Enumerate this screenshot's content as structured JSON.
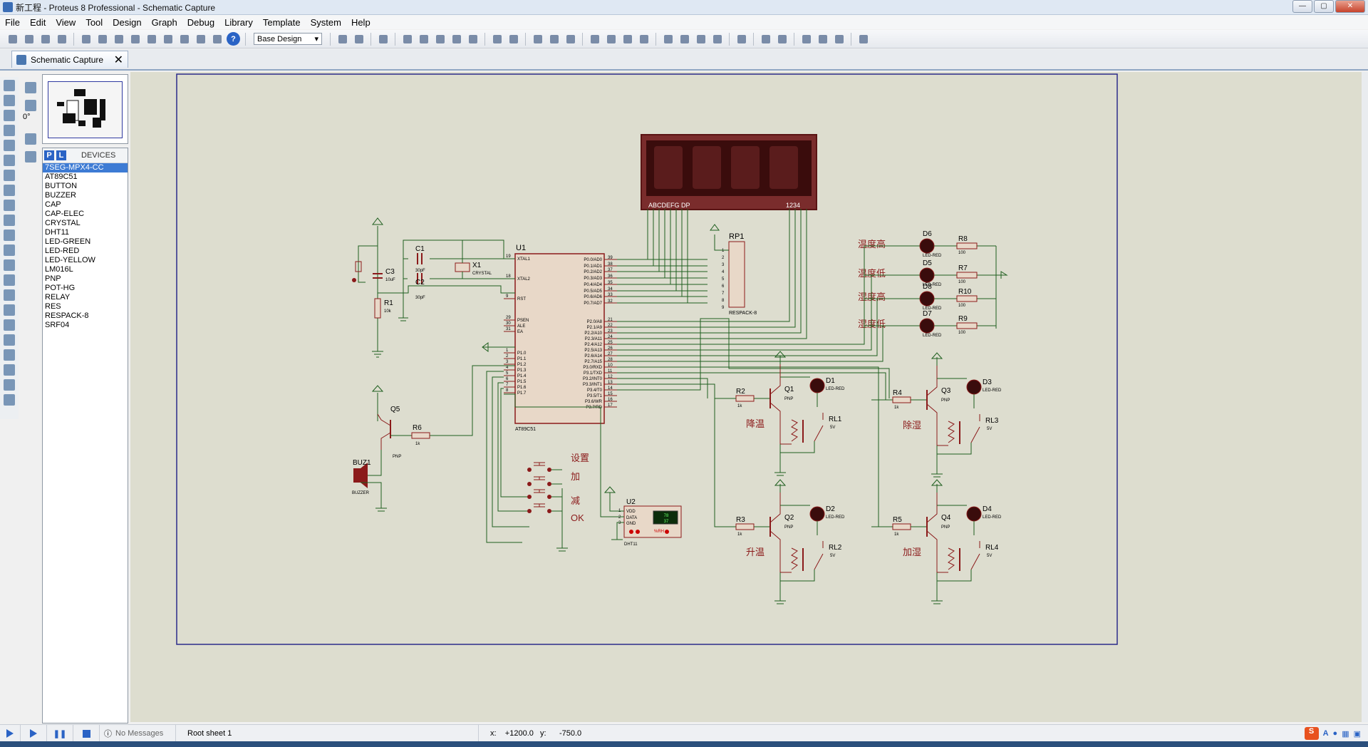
{
  "window": {
    "title": "新工程 - Proteus 8 Professional - Schematic Capture",
    "min": "—",
    "max": "▢",
    "close": "✕"
  },
  "menu": [
    "File",
    "Edit",
    "View",
    "Tool",
    "Design",
    "Graph",
    "Debug",
    "Library",
    "Template",
    "System",
    "Help"
  ],
  "toolbar": {
    "design_select": "Base Design",
    "help": "?"
  },
  "tab": {
    "label": "Schematic Capture",
    "close": "✕"
  },
  "left_panel": {
    "angle": "0°",
    "devices_title": "DEVICES",
    "p_label": "P",
    "l_label": "L"
  },
  "devices": [
    "7SEG-MPX4-CC",
    "AT89C51",
    "BUTTON",
    "BUZZER",
    "CAP",
    "CAP-ELEC",
    "CRYSTAL",
    "DHT11",
    "LED-GREEN",
    "LED-RED",
    "LED-YELLOW",
    "LM016L",
    "PNP",
    "POT-HG",
    "RELAY",
    "RES",
    "RESPACK-8",
    "SRF04"
  ],
  "status": {
    "messages": "No Messages",
    "sheet": "Root sheet 1",
    "x_label": "x:",
    "x_value": "+1200.0",
    "y_label": "y:",
    "y_value": "-750.0"
  },
  "schematic": {
    "display": {
      "label": "ABCDEFG  DP",
      "digits": "1234"
    },
    "mcu": {
      "ref": "U1",
      "part": "AT89C51",
      "left_pins": [
        {
          "num": "19",
          "name": "XTAL1"
        },
        {
          "num": "18",
          "name": "XTAL2"
        },
        {
          "num": "9",
          "name": "RST"
        },
        {
          "num": "29",
          "name": "PSEN"
        },
        {
          "num": "30",
          "name": "ALE"
        },
        {
          "num": "31",
          "name": "EA"
        },
        {
          "num": "1",
          "name": "P1.0"
        },
        {
          "num": "2",
          "name": "P1.1"
        },
        {
          "num": "3",
          "name": "P1.2"
        },
        {
          "num": "4",
          "name": "P1.3"
        },
        {
          "num": "5",
          "name": "P1.4"
        },
        {
          "num": "6",
          "name": "P1.5"
        },
        {
          "num": "7",
          "name": "P1.6"
        },
        {
          "num": "8",
          "name": "P1.7"
        }
      ],
      "right_pins": [
        {
          "num": "39",
          "name": "P0.0/AD0"
        },
        {
          "num": "38",
          "name": "P0.1/AD1"
        },
        {
          "num": "37",
          "name": "P0.2/AD2"
        },
        {
          "num": "36",
          "name": "P0.3/AD3"
        },
        {
          "num": "35",
          "name": "P0.4/AD4"
        },
        {
          "num": "34",
          "name": "P0.5/AD5"
        },
        {
          "num": "33",
          "name": "P0.6/AD6"
        },
        {
          "num": "32",
          "name": "P0.7/AD7"
        },
        {
          "num": "21",
          "name": "P2.0/A8"
        },
        {
          "num": "22",
          "name": "P2.1/A9"
        },
        {
          "num": "23",
          "name": "P2.2/A10"
        },
        {
          "num": "24",
          "name": "P2.3/A11"
        },
        {
          "num": "25",
          "name": "P2.4/A12"
        },
        {
          "num": "26",
          "name": "P2.5/A13"
        },
        {
          "num": "27",
          "name": "P2.6/A14"
        },
        {
          "num": "28",
          "name": "P2.7/A15"
        },
        {
          "num": "10",
          "name": "P3.0/RXD"
        },
        {
          "num": "11",
          "name": "P3.1/TXD"
        },
        {
          "num": "12",
          "name": "P3.2/INT0"
        },
        {
          "num": "13",
          "name": "P3.3/INT1"
        },
        {
          "num": "14",
          "name": "P3.4/T0"
        },
        {
          "num": "15",
          "name": "P3.5/T1"
        },
        {
          "num": "16",
          "name": "P3.6/WR"
        },
        {
          "num": "17",
          "name": "P3.7/RD"
        }
      ]
    },
    "rp1": {
      "ref": "RP1",
      "part": "RESPACK-8",
      "pins": [
        "1",
        "2",
        "3",
        "4",
        "5",
        "6",
        "7",
        "8",
        "9"
      ]
    },
    "crystal": {
      "ref": "X1",
      "part": "CRYSTAL"
    },
    "c1": {
      "ref": "C1",
      "value": "30pF"
    },
    "c2": {
      "ref": "C2",
      "value": "30pF"
    },
    "c3": {
      "ref": "C3",
      "value": "10uF"
    },
    "r1": {
      "ref": "R1",
      "value": "10k"
    },
    "q5": {
      "ref": "Q5",
      "part": "PNP"
    },
    "r6": {
      "ref": "R6",
      "value": "1k"
    },
    "buzzer": {
      "ref": "BUZ1",
      "part": "BUZZER"
    },
    "buttons": [
      "设置",
      "加",
      "减",
      "OK"
    ],
    "dht": {
      "ref": "U2",
      "part": "DHT11",
      "pins": [
        "VDD",
        "DATA",
        "GND"
      ],
      "pin_nums": [
        "1",
        "2",
        "3"
      ],
      "reading_1": "78",
      "reading_2": "37",
      "unit": "%RH"
    },
    "leds_status": [
      {
        "label": "温度高",
        "ref": "D6",
        "part": "LED-RED",
        "res": "R8",
        "res_val": "100"
      },
      {
        "label": "温度低",
        "ref": "D5",
        "part": "LED-RED",
        "res": "R7",
        "res_val": "100"
      },
      {
        "label": "湿度高",
        "ref": "D8",
        "part": "LED-RED",
        "res": "R10",
        "res_val": "100"
      },
      {
        "label": "湿度低",
        "ref": "D7",
        "part": "LED-RED",
        "res": "R9",
        "res_val": "100"
      }
    ],
    "channels": [
      {
        "label": "降温",
        "r": "R2",
        "r_val": "1k",
        "q": "Q1",
        "q_part": "PNP",
        "d": "D1",
        "d_part": "LED-RED",
        "rl": "RL1",
        "rl_val": "5V"
      },
      {
        "label": "除湿",
        "r": "R4",
        "r_val": "1k",
        "q": "Q3",
        "q_part": "PNP",
        "d": "D3",
        "d_part": "LED-RED",
        "rl": "RL3",
        "rl_val": "5V"
      },
      {
        "label": "升温",
        "r": "R3",
        "r_val": "1k",
        "q": "Q2",
        "q_part": "PNP",
        "d": "D2",
        "d_part": "LED-RED",
        "rl": "RL2",
        "rl_val": "5V"
      },
      {
        "label": "加湿",
        "r": "R5",
        "r_val": "1k",
        "q": "Q4",
        "q_part": "PNP",
        "d": "D4",
        "d_part": "LED-RED",
        "rl": "RL4",
        "rl_val": "5V"
      }
    ]
  },
  "tray": {
    "ime_label": "S",
    "ime_mode": "A"
  },
  "colors": {
    "canvas_bg": "#ddddcf",
    "wire": "#1f5f1f",
    "component": "#8b1a1a",
    "border": "#2b2b8a",
    "led": "#3a0c0c"
  }
}
